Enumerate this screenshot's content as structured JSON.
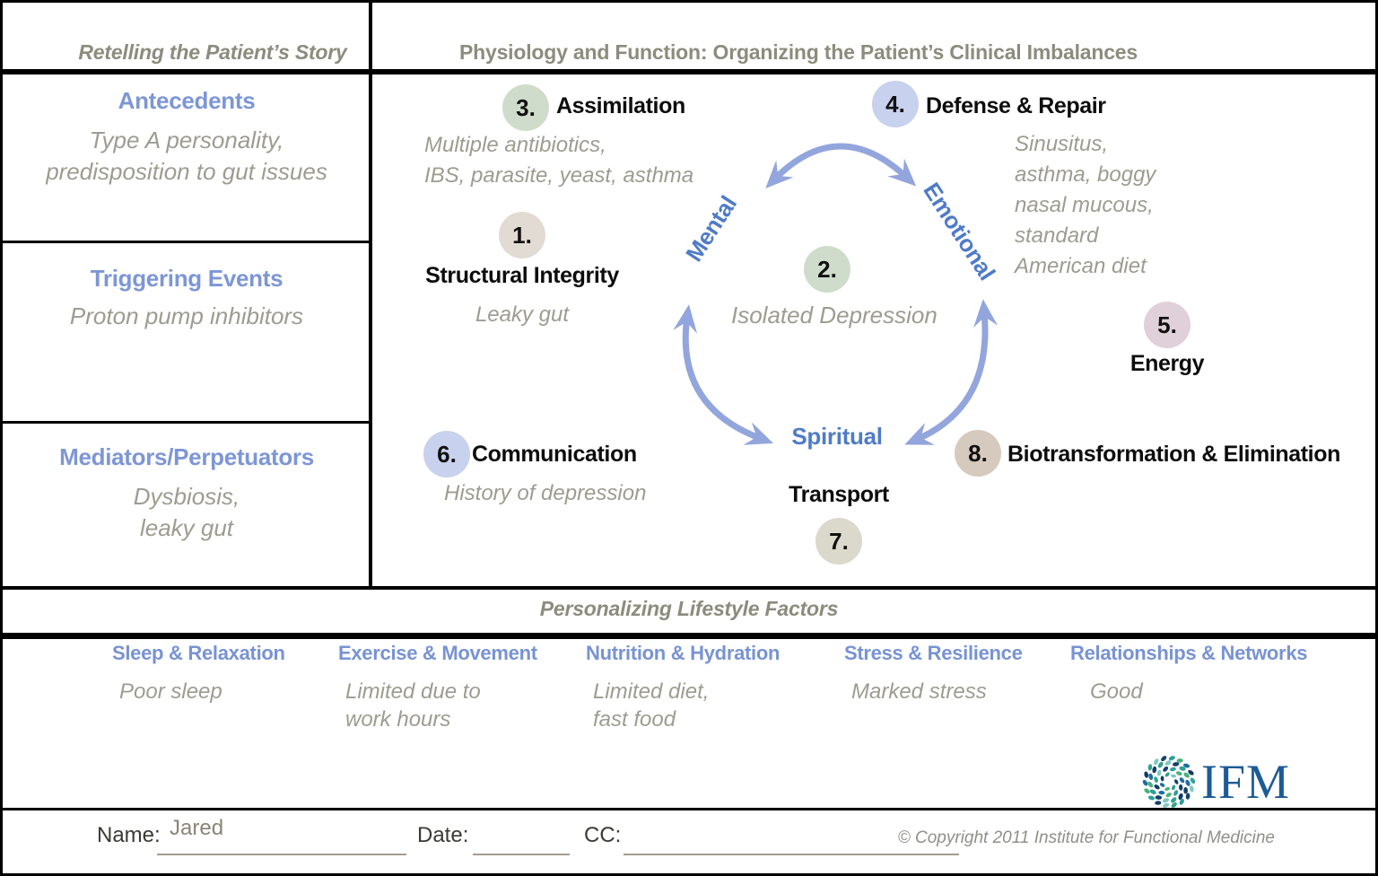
{
  "left_panel": {
    "title": "Retelling the Patient’s Story",
    "sections": [
      {
        "label": "Antecedents",
        "value": "Type A personality,\npredisposition to gut issues"
      },
      {
        "label": "Triggering Events",
        "value": "Proton pump inhibitors"
      },
      {
        "label": "Mediators/Perpetuators",
        "value": "Dysbiosis,\nleaky gut"
      }
    ]
  },
  "matrix": {
    "title": "Physiology and Function: Organizing the Patient’s Clinical Imbalances",
    "center_labels": {
      "mental": "Mental",
      "emotional": "Emotional",
      "spiritual": "Spiritual"
    },
    "nodes": [
      {
        "number": "1.",
        "label": "Structural Integrity",
        "note": "Leaky gut"
      },
      {
        "number": "2.",
        "label": "",
        "note": "Isolated Depression"
      },
      {
        "number": "3.",
        "label": "Assimilation",
        "note": "Multiple antibiotics,\nIBS, parasite, yeast, asthma"
      },
      {
        "number": "4.",
        "label": "Defense & Repair",
        "note": "Sinusitus,\nasthma, boggy\nnasal mucous,\nstandard\nAmerican diet"
      },
      {
        "number": "5.",
        "label": "Energy",
        "note": ""
      },
      {
        "number": "6.",
        "label": "Communication",
        "note": "History of depression"
      },
      {
        "number": "7.",
        "label": "Transport",
        "note": ""
      },
      {
        "number": "8.",
        "label": "Biotransformation & Elimination",
        "note": ""
      }
    ]
  },
  "lifestyle": {
    "title": "Personalizing Lifestyle Factors",
    "columns": [
      {
        "label": "Sleep & Relaxation",
        "value": "Poor sleep"
      },
      {
        "label": "Exercise & Movement",
        "value": "Limited due to\nwork hours"
      },
      {
        "label": "Nutrition & Hydration",
        "value": "Limited diet,\nfast food"
      },
      {
        "label": "Stress & Resilience",
        "value": "Marked stress"
      },
      {
        "label": "Relationships & Networks",
        "value": "Good"
      }
    ]
  },
  "footer": {
    "name_label": "Name:",
    "name_value": "Jared",
    "date_label": "Date:",
    "date_value": "",
    "cc_label": "CC:",
    "cc_value": "",
    "copyright": "© Copyright 2011 Institute for Functional Medicine"
  },
  "logo": {
    "text": "IFM"
  },
  "colors": {
    "heading_blue": "#7d96d6",
    "center_blue": "#4f7bc8",
    "arrow_blue": "#93a5dd",
    "gray_text": "#9c9c91",
    "title_gray": "#8c8c7e",
    "circle_1": "#e1dbd3",
    "circle_2": "#cfdccb",
    "circle_3": "#cfdccb",
    "circle_4": "#c8d1ed",
    "circle_5": "#e0d0d9",
    "circle_6": "#c8d1ed",
    "circle_7": "#dbd8cc",
    "circle_8": "#d5cabd",
    "logo_blue": "#1d5b94"
  }
}
